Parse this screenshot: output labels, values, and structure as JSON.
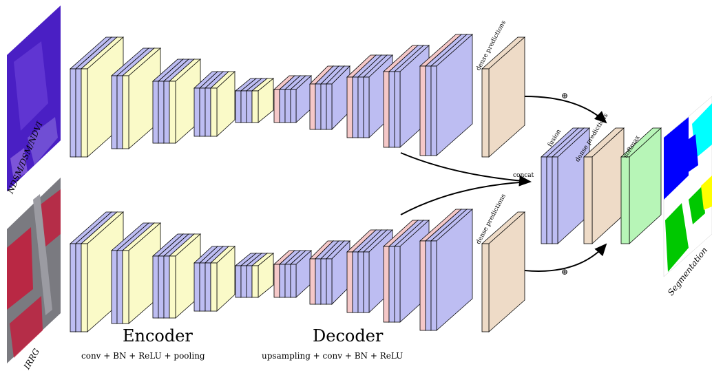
{
  "labels": {
    "input_top": "NDSM/DSM/NDVI",
    "input_bottom": "IRRG",
    "output": "Segmentation",
    "encoder": "Encoder",
    "encoder_desc": "conv + BN + ReLU + pooling",
    "decoder": "Decoder",
    "decoder_desc": "upsampling + conv + BN + ReLU",
    "dense_top": "dense predictions",
    "dense_bottom": "dense predictions",
    "dense_fused": "dense predictions",
    "fusion": "fusion",
    "softmax": "softmax",
    "concat": "concat",
    "plus_top": "⊕",
    "plus_bottom": "⊕"
  },
  "colors": {
    "conv": "#bdbdf2",
    "pool": "#fafac8",
    "upsample": "#f5c8c8",
    "dense": "#eedbc7",
    "softmax": "#b7f5b7"
  }
}
